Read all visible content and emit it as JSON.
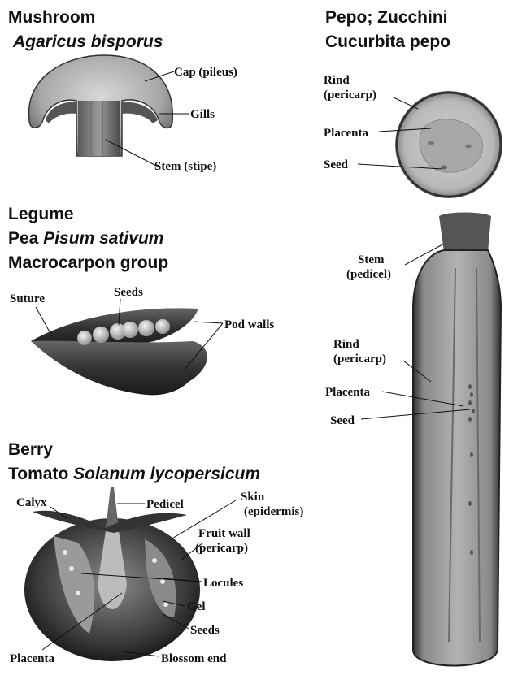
{
  "mushroom": {
    "title": "Mushroom",
    "species": "Agaricus bisporus",
    "labels": {
      "cap": "Cap (pileus)",
      "gills": "Gills",
      "stem": "Stem (stipe)"
    }
  },
  "legume": {
    "title": "Legume",
    "line2_prefix": "Pea",
    "species": "Pisum sativum",
    "group": "Macrocarpon group",
    "labels": {
      "suture": "Suture",
      "seeds": "Seeds",
      "pod_walls": "Pod walls"
    }
  },
  "berry": {
    "title": "Berry",
    "line2_prefix": "Tomato",
    "species": "Solanum lycopersicum",
    "labels": {
      "calyx": "Calyx",
      "pedicel": "Pedicel",
      "skin_1": "Skin",
      "skin_2": "(epidermis)",
      "fruit_wall_1": "Fruit wall",
      "fruit_wall_2": "(pericarp)",
      "locules": "Locules",
      "gel": "Gel",
      "seeds": "Seeds",
      "placenta": "Placenta",
      "blossom_end": "Blossom end"
    }
  },
  "pepo": {
    "title": "Pepo; Zucchini",
    "species": "Cucurbita pepo",
    "cross_labels": {
      "rind_1": "Rind",
      "rind_2": "(pericarp)",
      "placenta": "Placenta",
      "seed": "Seed"
    },
    "long_labels": {
      "stem_1": "Stem",
      "stem_2": "(pedicel)",
      "rind_1": "Rind",
      "rind_2": "(pericarp)",
      "placenta": "Placenta",
      "seed": "Seed"
    }
  }
}
